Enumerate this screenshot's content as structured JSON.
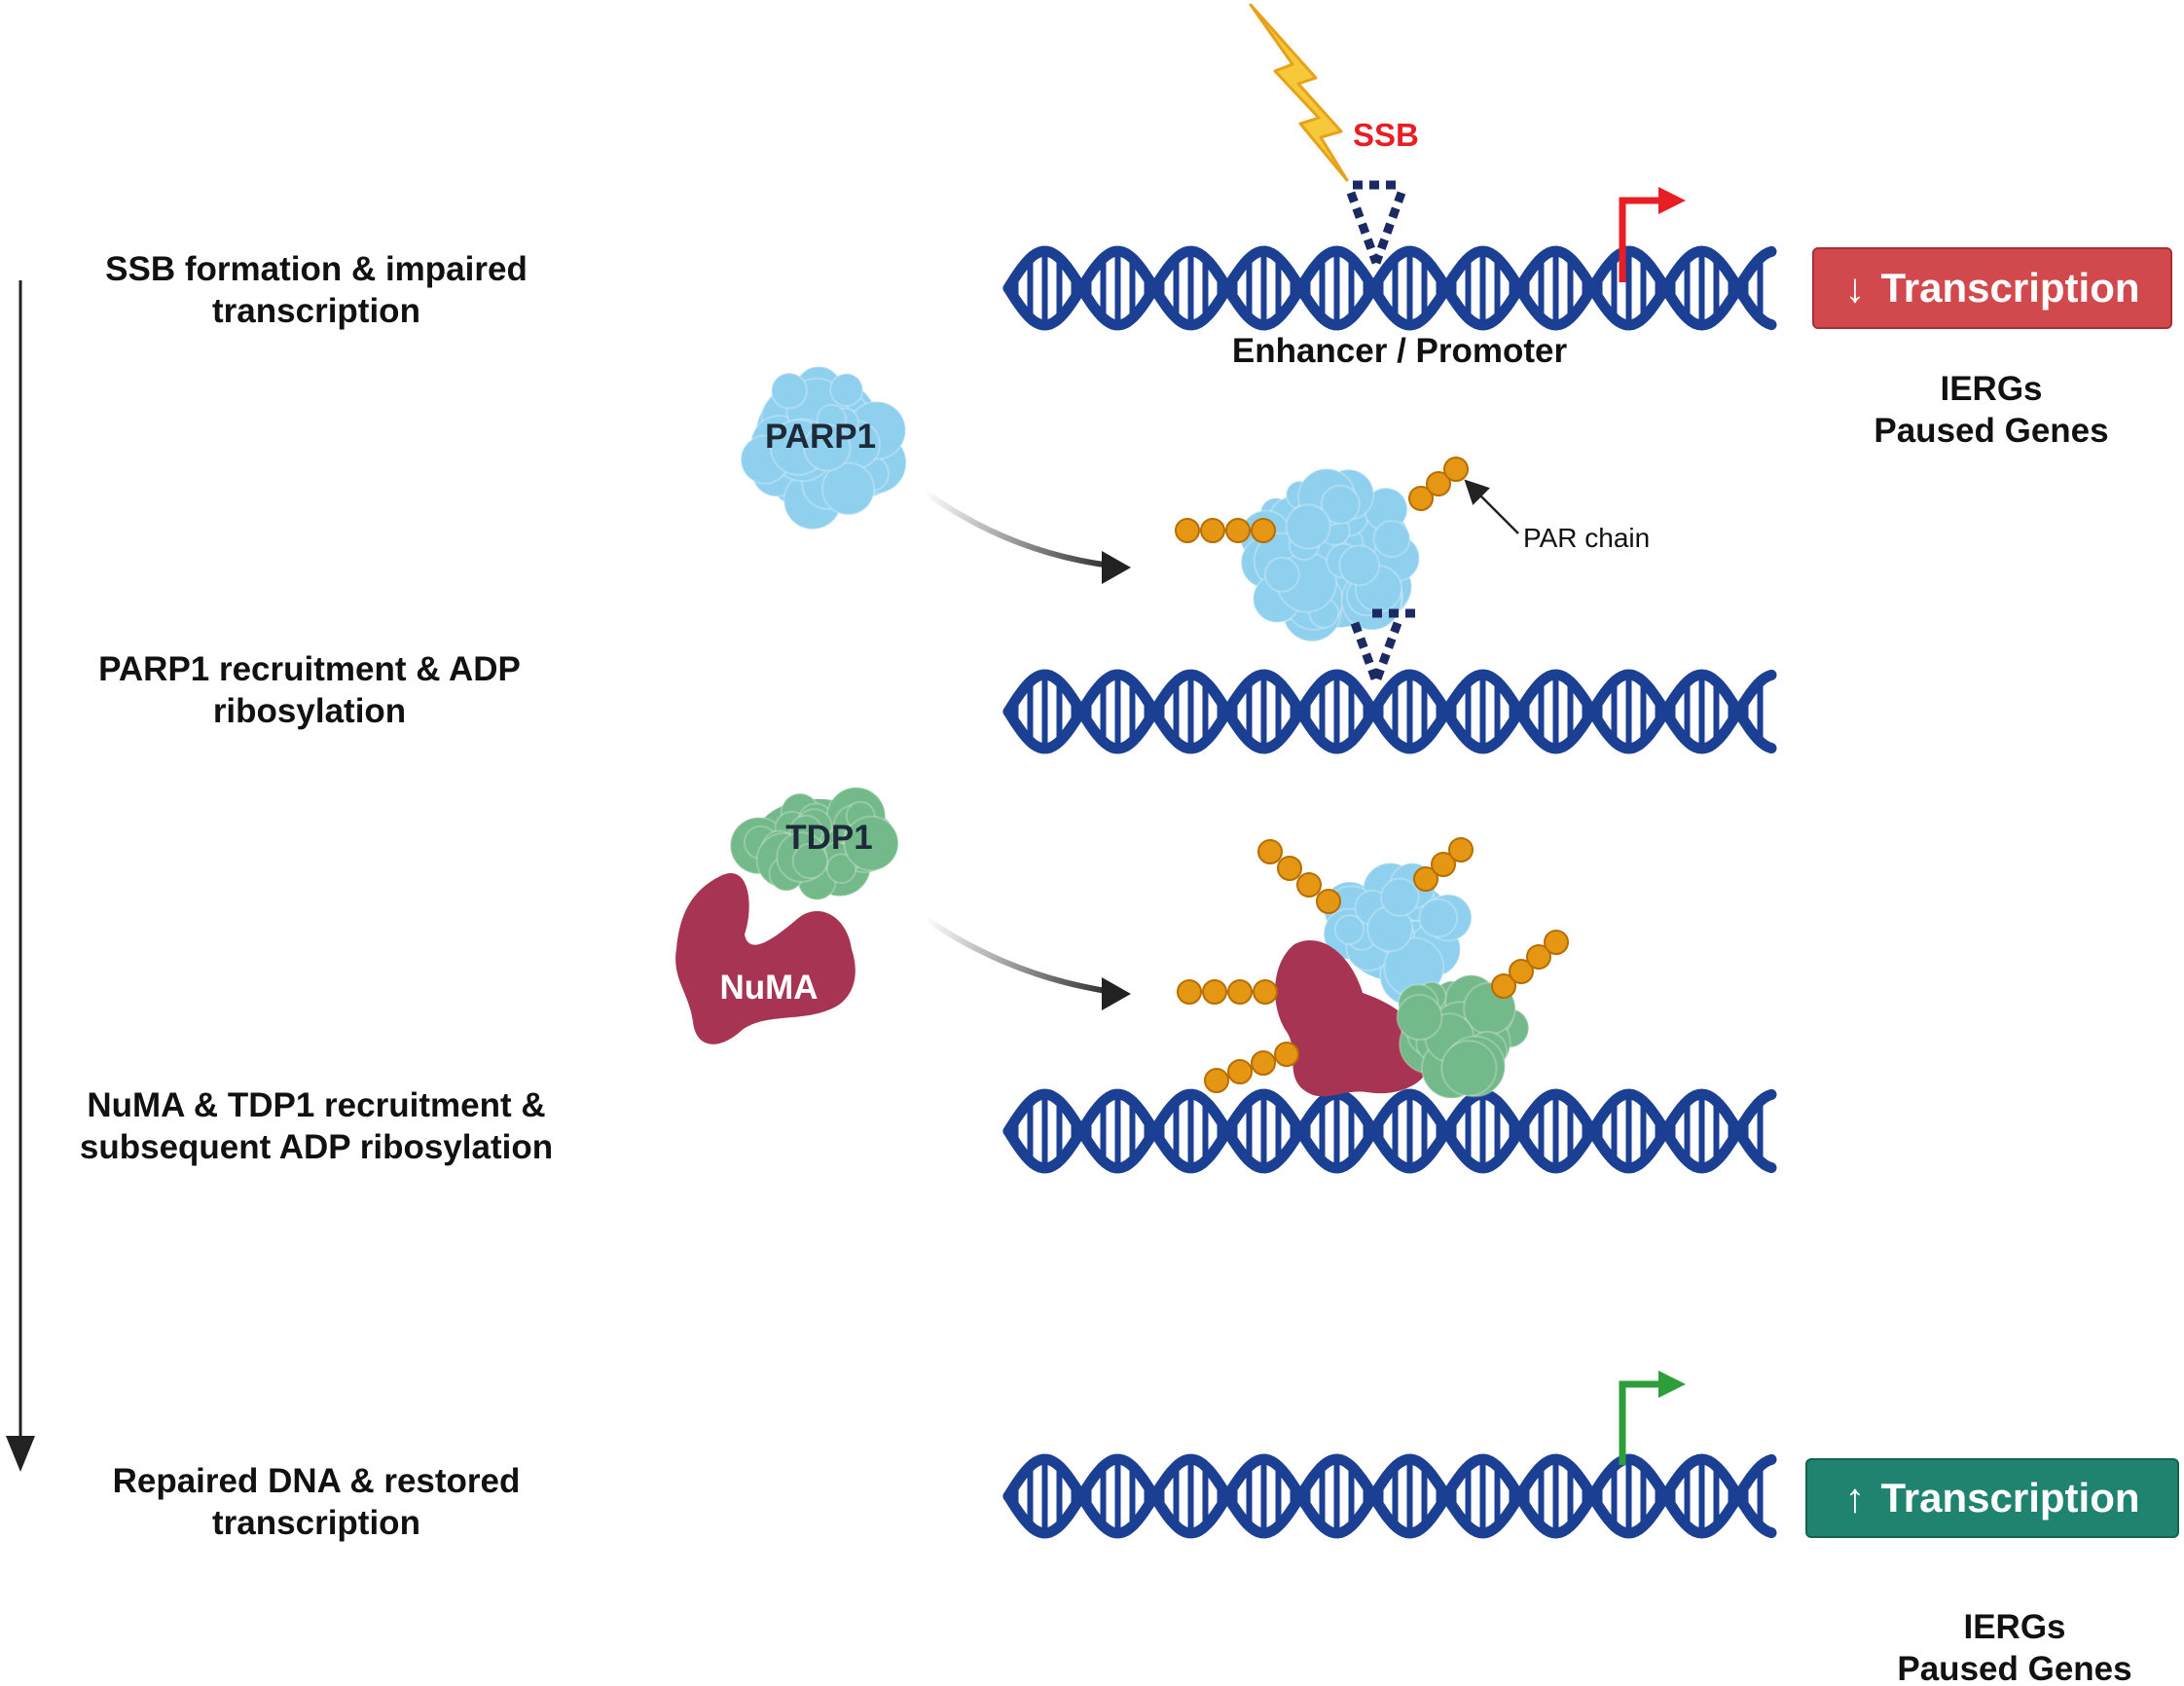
{
  "steps": [
    {
      "label": "SSB formation & impaired\ntranscription"
    },
    {
      "label": "PARP1 recruitment & ADP\nribosylation"
    },
    {
      "label": "NuMA & TDP1 recruitment &\nsubsequent ADP ribosylation"
    },
    {
      "label": "Repaired DNA & restored\ntranscription"
    }
  ],
  "labels": {
    "ssb": "SSB",
    "enhancer_promoter": "Enhancer / Promoter",
    "parp1": "PARP1",
    "par_chain": "PAR chain",
    "tdp1": "TDP1",
    "numa": "NuMA"
  },
  "badges": {
    "down": {
      "arrow": "↓",
      "text": "Transcription",
      "color": "#d2494d"
    },
    "up": {
      "arrow": "↑",
      "text": "Transcription",
      "color": "#20836f"
    }
  },
  "genes_top": "IERGs\nPaused Genes",
  "genes_bottom": "IERGs\nPaused Genes",
  "colors": {
    "dna": "#1b3f93",
    "parp1": "#8fd0ef",
    "tdp1": "#73b98a",
    "numa": "#a63452",
    "par_bead": "#e59713",
    "ssb_text": "#e81e25",
    "tss_down": "#e81e25",
    "tss_up": "#2e9e3a",
    "lightning": "#f6c93a"
  }
}
